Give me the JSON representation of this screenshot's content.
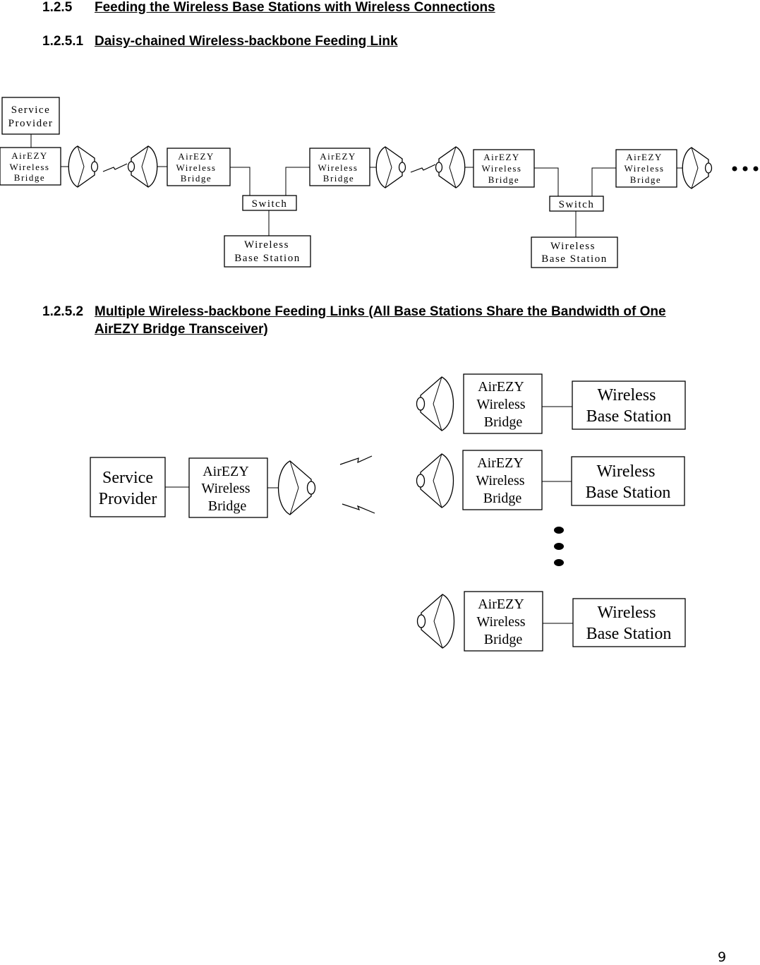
{
  "section_main": {
    "number": "1.2.5",
    "title": "Feeding the Wireless Base Stations with Wireless Connections"
  },
  "section_a": {
    "number": "1.2.5.1",
    "title": "Daisy-chained Wireless-backbone Feeding Link"
  },
  "section_b": {
    "number": "1.2.5.2",
    "title_line1": "Multiple Wireless-backbone Feeding Links (All Base Stations Share the Bandwidth of One",
    "title_line2": "AirEZY Bridge Transceiver)"
  },
  "labels": {
    "service_l1": "Service",
    "service_l2": "Provider",
    "bridge_l1": "AirEZY",
    "bridge_l2": "Wireless",
    "bridge_l3": "Bridge",
    "switch": "Switch",
    "bs_l1": "Wireless",
    "bs_l2": "Base Station"
  },
  "page_number": "9"
}
